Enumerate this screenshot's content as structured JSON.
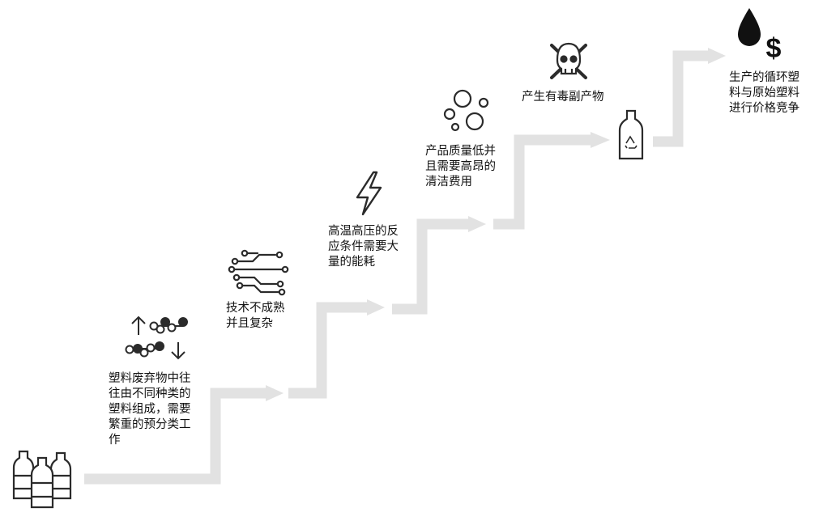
{
  "colors": {
    "arrow": "#e2e2e2",
    "icon": "#2b2b2b"
  },
  "steps": [
    {
      "icon": "plastic-bottles-icon",
      "text": ""
    },
    {
      "icon": "molecule-sorting-icon",
      "text": "塑料废弃物中往\n往由不同种类的\n塑料组成，需要\n繁重的预分类工\n作"
    },
    {
      "icon": "circuit-tech-icon",
      "text": "技术不成熟\n并且复杂"
    },
    {
      "icon": "lightning-icon",
      "text": "高温高压的反\n应条件需要大\n量的能耗"
    },
    {
      "icon": "bubbles-icon",
      "text": "产品质量低并\n且需要高昂的\n清洁费用"
    },
    {
      "icon": "skull-crossbones-icon",
      "text": "产生有毒副产物"
    },
    {
      "icon": "recycle-bottle-icon",
      "text": ""
    },
    {
      "icon": "oil-drop-dollar-icon",
      "text": "生产的循环塑\n料与原始塑料\n进行价格竞争"
    }
  ]
}
